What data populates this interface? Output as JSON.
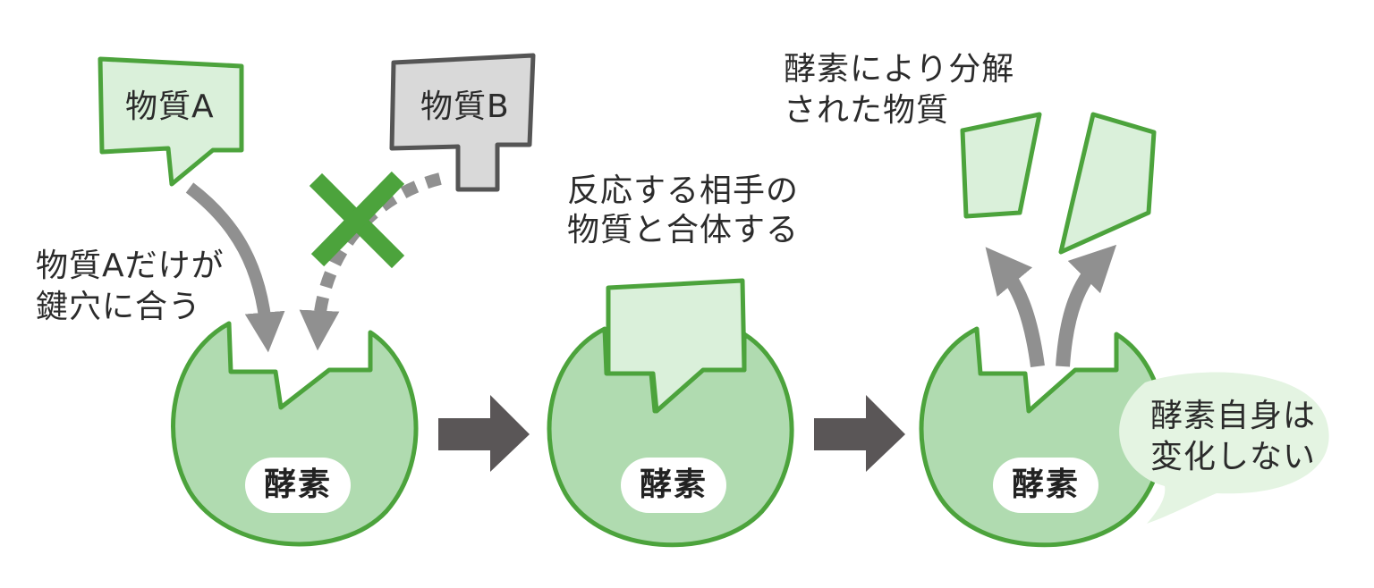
{
  "colors": {
    "enzyme_fill": "#b0dbb0",
    "piece_fill": "#daf0da",
    "outline": "#4ca33c",
    "substance_b_fill": "#d9d9d9",
    "substance_b_outline": "#555555",
    "gray_arrow": "#909090",
    "step_arrow": "#5a5657",
    "cross": "#4ca33c",
    "bubble_fill": "#e4f4e2"
  },
  "icons": [
    "cross-mark-icon",
    "right-arrow-icon"
  ],
  "labels": {
    "substance_a": "物質A",
    "substance_b": "物質B",
    "only_a_fits_1": "物質Aだけが",
    "only_a_fits_2": "鍵穴に合う",
    "binds_1": "反応する相手の",
    "binds_2": "物質と合体する",
    "decomposed_1": "酵素により分解",
    "decomposed_2": "された物質",
    "unchanged_1": "酵素自身は",
    "unchanged_2": "変化しない"
  },
  "enzymes": [
    {
      "label": "酵素"
    },
    {
      "label": "酵素"
    },
    {
      "label": "酵素"
    }
  ]
}
